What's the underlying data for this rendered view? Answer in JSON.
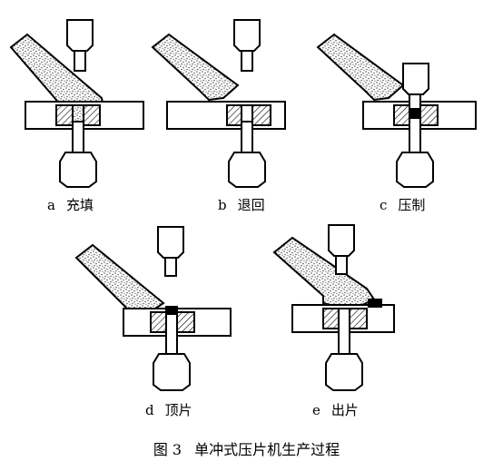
{
  "panels": [
    {
      "letter": "a",
      "label": "充填"
    },
    {
      "letter": "b",
      "label": "退回"
    },
    {
      "letter": "c",
      "label": "压制"
    },
    {
      "letter": "d",
      "label": "顶片"
    },
    {
      "letter": "e",
      "label": "出片"
    }
  ],
  "caption": {
    "number": "图 3",
    "text": "单冲式压片机生产过程"
  },
  "colors": {
    "line": "#000000",
    "powder": "#9a9a9a",
    "background": "#ffffff"
  }
}
